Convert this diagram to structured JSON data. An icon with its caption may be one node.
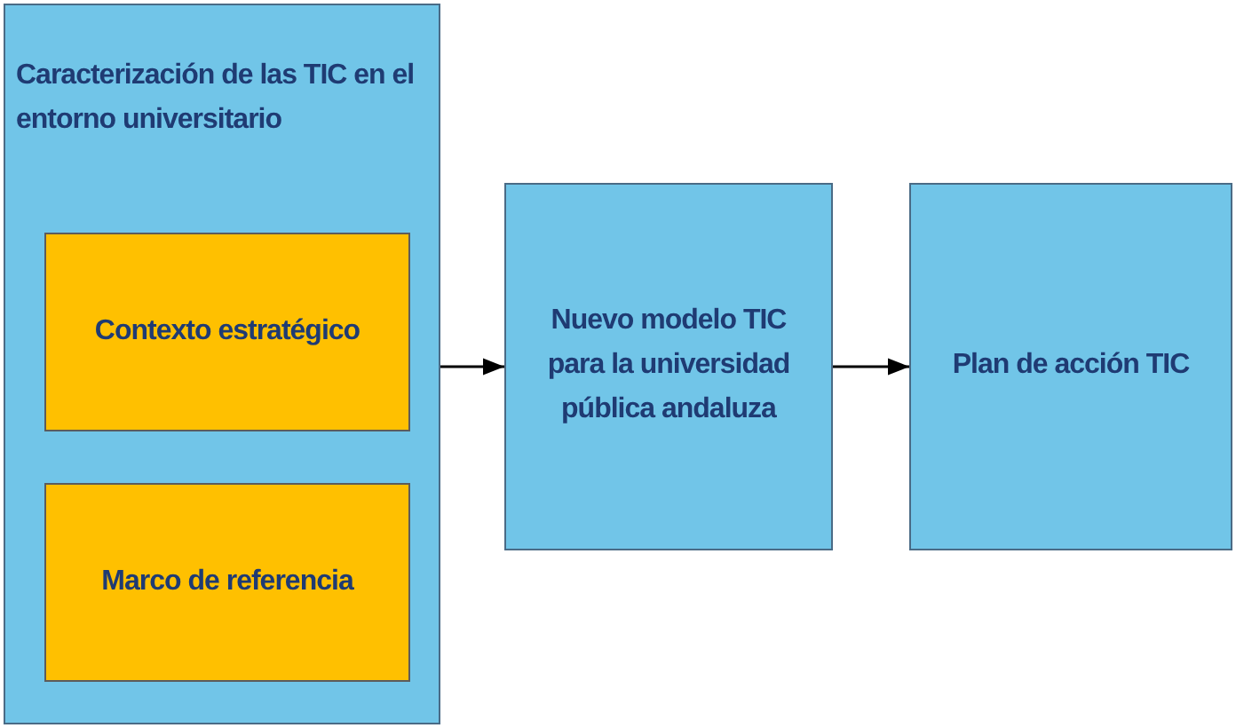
{
  "diagram": {
    "nodes": [
      {
        "text": [
          "Caracterización de las  TIC en el entorno universitario"
        ]
      },
      {
        "text": [
          "Contexto estratégico"
        ],
        "in": 0
      },
      {
        "text": [
          "Marco de referencia"
        ],
        "in": 0
      },
      {
        "text": [
          "Nuevo modelo TIC para la universidad pública andaluza"
        ]
      },
      {
        "text": [
          "Plan de acción TIC"
        ]
      }
    ],
    "edges": [
      {
        "from": 0,
        "to": 3,
        "arrow": "to"
      },
      {
        "from": 3,
        "to": 4,
        "arrow": "to"
      }
    ]
  }
}
